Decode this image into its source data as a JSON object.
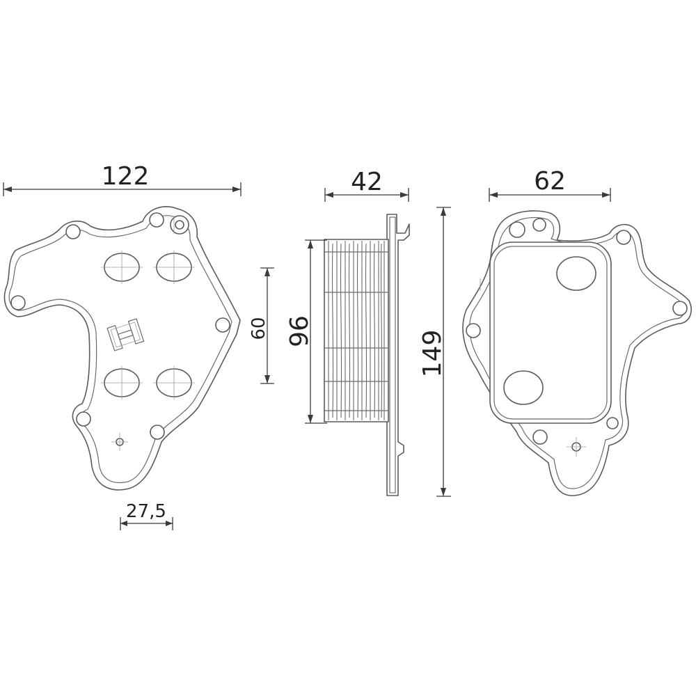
{
  "dimensions": {
    "front_width": "122",
    "front_spacing": "27,5",
    "port_spacing": "60",
    "side_height_inner": "96",
    "side_width": "42",
    "overall_height": "149",
    "rear_width": "62"
  },
  "colors": {
    "line": "#5a5a5a",
    "dimension": "#3a3a3a",
    "background": "#ffffff"
  }
}
